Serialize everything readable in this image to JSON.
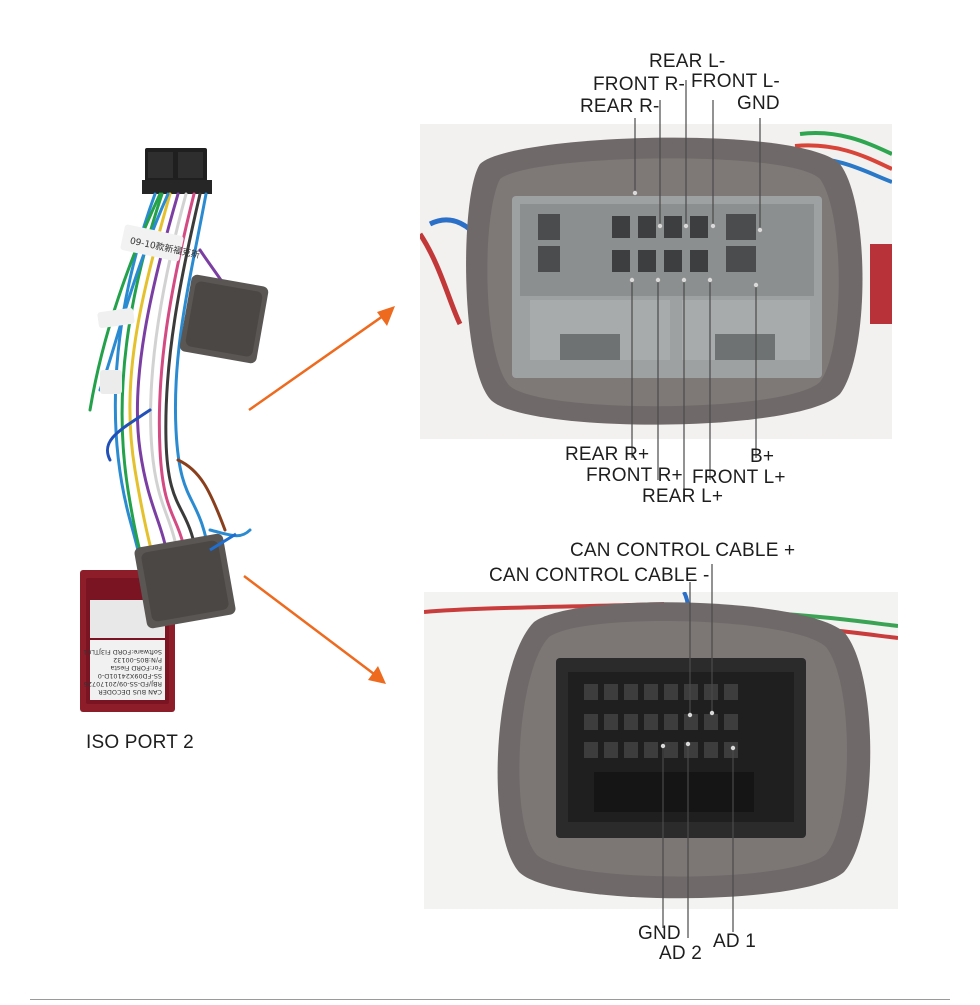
{
  "harness": {
    "caption": "ISO PORT 2",
    "decoder_text": [
      "CAN BUS DECODER",
      "RBJ/FD-SS-09/20170726",
      "SS-FD09X24101D-0",
      "For:FORD Fiesta",
      "P/N:B05-00132",
      "Software:FORD FI3JTL01"
    ],
    "tag_text": "09-10款新福克斯"
  },
  "top_connector": {
    "labels_top": {
      "rear_l_minus": "REAR L-",
      "front_r_minus": "FRONT R-",
      "front_l_minus": "FRONT L-",
      "gnd": "GND",
      "rear_r_minus": "REAR R-"
    },
    "labels_bottom": {
      "rear_r_plus": "REAR R+",
      "b_plus": "B+",
      "front_r_plus": "FRONT R+",
      "front_l_plus": "FRONT L+",
      "rear_l_plus": "REAR L+"
    }
  },
  "bottom_connector": {
    "labels_top": {
      "can_plus": "CAN CONTROL CABLE +",
      "can_minus": "CAN CONTROL CABLE -"
    },
    "labels_bottom": {
      "gnd": "GND",
      "ad1": "AD 1",
      "ad2": "AD 2"
    }
  },
  "colors": {
    "arrow": "#ee6a1e",
    "leader": "#4a4a4a",
    "foam": "#6f6a69",
    "housing_gray": "#9ea1a2",
    "housing_black": "#2b2b2b",
    "decoder_red": "#8e1d2a"
  }
}
